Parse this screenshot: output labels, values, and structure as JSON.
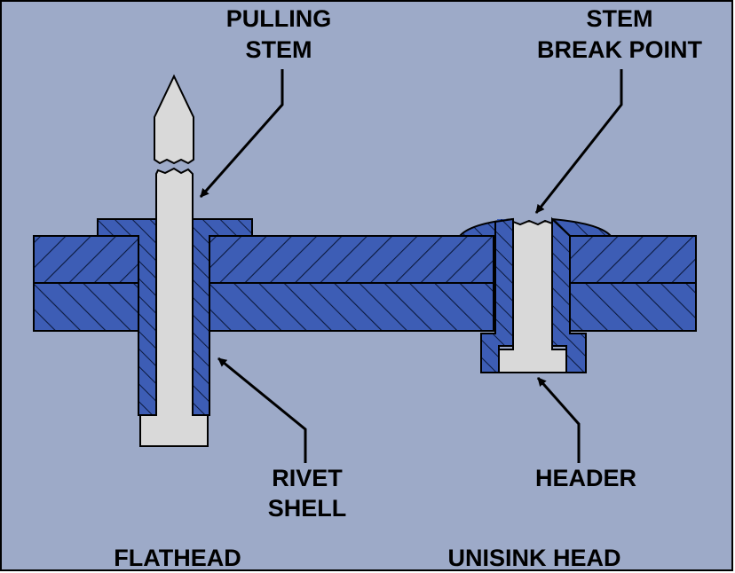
{
  "colors": {
    "background": "#9daac8",
    "plate_fill": "#3d5db5",
    "hatch": "#0c1a3e",
    "stem_fill": "#d9d9d9",
    "outline": "#000000",
    "frame": "#000000"
  },
  "labels": {
    "pulling_stem": [
      "PULLING",
      "STEM"
    ],
    "stem_break_point": [
      "STEM",
      "BREAK POINT"
    ],
    "rivet_shell": [
      "RIVET",
      "SHELL"
    ],
    "header": "HEADER",
    "flathead": "FLATHEAD",
    "unisink_head": "UNISINK HEAD"
  }
}
